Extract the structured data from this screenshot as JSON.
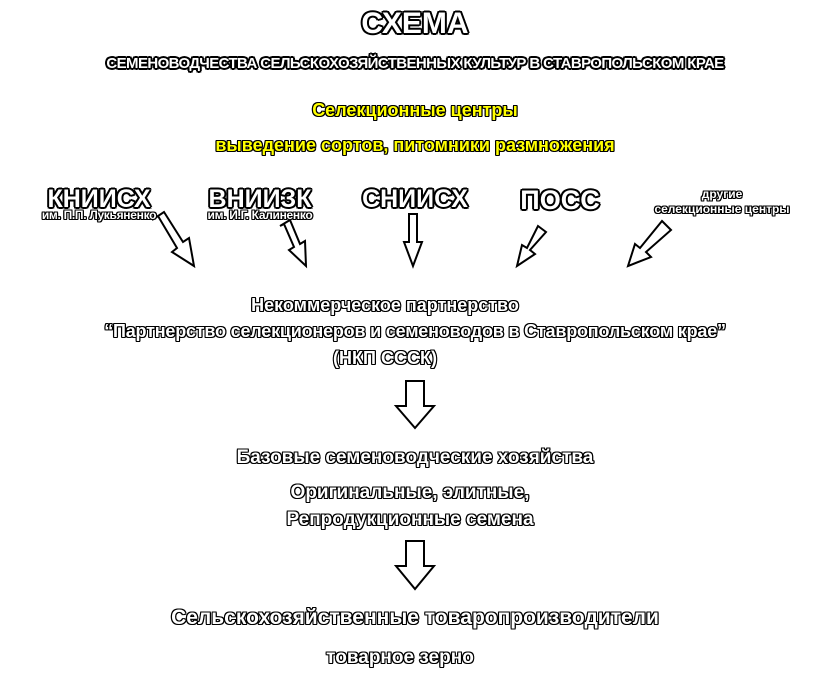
{
  "header": {
    "title": "СХЕМА",
    "subtitle": "СЕМЕНОВОДЧЕСТВА СЕЛЬСКОХОЗЯЙСТВЕННЫХ КУЛЬТУР В СТАВРОПОЛЬСКОМ КРАЕ"
  },
  "breeding": {
    "title": "Селекционные центры",
    "subtitle": "выведение сортов, питомники размножения",
    "color": "#ffff00"
  },
  "centers": [
    {
      "name": "КНИИСХ",
      "sub": "им. П.П. Лукьяненко"
    },
    {
      "name": "ВНИИЗК",
      "sub": "им. И.Г. Калиненко"
    },
    {
      "name": "СНИИСХ",
      "sub": ""
    },
    {
      "name": "ПОСС",
      "sub": ""
    },
    {
      "name": "другие",
      "sub": "селекционные центры"
    }
  ],
  "partnership": {
    "line1": "Некоммерческое партнерство",
    "line2": "“Партнерство селекционеров и семеноводов в Ставропольском крае”",
    "line3": "(НКП СССК)"
  },
  "base_farms": {
    "title": "Базовые семеноводческие хозяйства",
    "line1": "Оригинальные, элитные,",
    "line2": "Репродукционные семена"
  },
  "producers": {
    "title": "Сельскохозяйственные товаропроизводители",
    "sub": "товарное зерно"
  },
  "style": {
    "text_fill": "#ffffff",
    "outline": "#000000",
    "background": "#ffffff"
  }
}
